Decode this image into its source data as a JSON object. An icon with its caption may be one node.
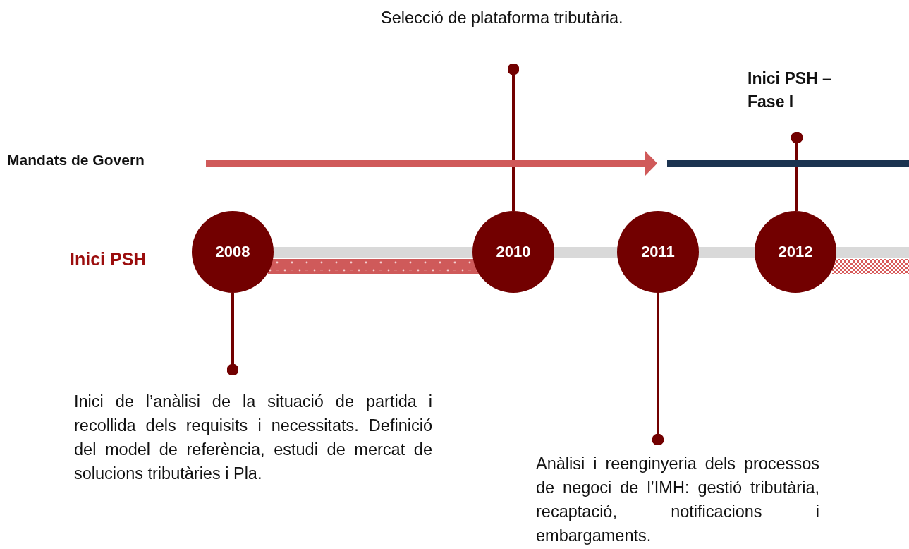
{
  "diagram": {
    "nodes": [
      {
        "text": [
          "2008"
        ]
      },
      {
        "text": [
          "2010"
        ]
      },
      {
        "text": [
          "2011"
        ]
      },
      {
        "text": [
          "2012"
        ]
      },
      {
        "text": [
          "Inici de l’anàlisi de la situació de partida i recollida dels requisits i necessitats. Definició del model de referència, estudi de mercat de solucions tributàries i Pla."
        ]
      },
      {
        "text": [
          "Selecció de plataforma tributària."
        ]
      },
      {
        "text": [
          "Anàlisi i reenginyeria dels processos de negoci de l’IMH: gestió tributària, recaptació, notificacions i embargaments."
        ]
      },
      {
        "text": [
          "Inici PSH – Fase I"
        ]
      }
    ],
    "edges": [
      {
        "from": 0,
        "to": 4,
        "arrow": "other"
      },
      {
        "from": 1,
        "to": 5,
        "arrow": "other"
      },
      {
        "from": 2,
        "to": 6,
        "arrow": "other"
      },
      {
        "from": 3,
        "to": 7,
        "arrow": "other"
      }
    ],
    "labels": [
      "Mandats de Govern",
      "Inici PSH"
    ]
  }
}
